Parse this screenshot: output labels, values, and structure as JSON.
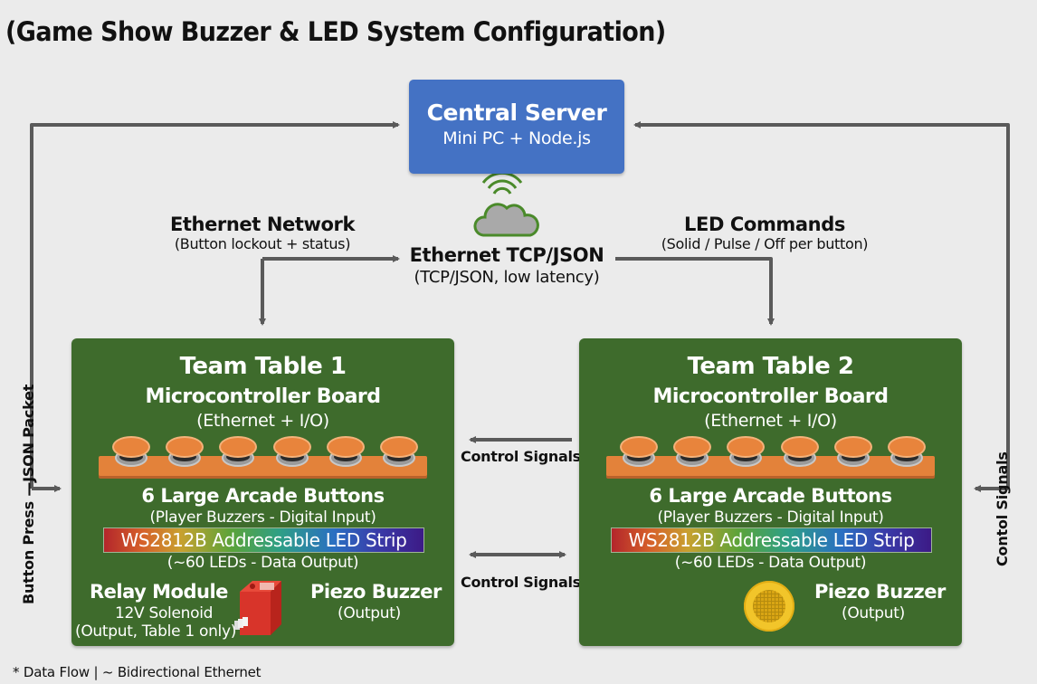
{
  "title": "(Game Show Buzzer & LED System Configuration)",
  "server": {
    "title": "Central Server",
    "subtitle": "Mini PC + Node.js",
    "color": "#4472c4"
  },
  "network": {
    "icon": "cloud-wifi-icon",
    "title": "Ethernet TCP/JSON",
    "subtitle": "(TCP/JSON, low latency)"
  },
  "left_label": {
    "title": "Ethernet Network",
    "subtitle": "(Button lockout + status)"
  },
  "right_label": {
    "title": "LED Commands",
    "subtitle": "(Solid / Pulse / Off per button)"
  },
  "side_labels": {
    "left": "Button Press —JSON Packet",
    "right": "Contol Signals"
  },
  "middle_labels": {
    "top": "Control Signals",
    "bottom": "Control Signals"
  },
  "tables": [
    {
      "title": "Team Table 1",
      "board": "Microcontroller Board",
      "board_sub": "(Ethernet + I/O)",
      "buttons_count": 6,
      "buttons_title": "6 Large Arcade Buttons",
      "buttons_sub": "(Player Buzzers - Digital Input)",
      "strip": "WS2812B Addressable LED Strip",
      "strip_sub": "(~60 LEDs - Data Output)",
      "relay_title": "Relay Module",
      "relay_sub1": "12V Solenoid",
      "relay_sub2": "(Output, Table 1 only)",
      "piezo_title": "Piezo Buzzer",
      "piezo_sub": "(Output)"
    },
    {
      "title": "Team Table 2",
      "board": "Microcontroller Board",
      "board_sub": "(Ethernet + I/O)",
      "buttons_count": 6,
      "buttons_title": "6 Large Arcade Buttons",
      "buttons_sub": "(Player Buzzers - Digital Input)",
      "strip": "WS2812B Addressable LED Strip",
      "strip_sub": "(~60 LEDs - Data Output)",
      "piezo_title": "Piezo Buzzer",
      "piezo_sub": "(Output)"
    }
  ],
  "colors": {
    "table_green": "#3e6b2c",
    "arrow_gray": "#5a5a5a",
    "button_orange": "#e8843c"
  },
  "footnote": "* Data Flow | ~ Bidirectional Ethernet"
}
